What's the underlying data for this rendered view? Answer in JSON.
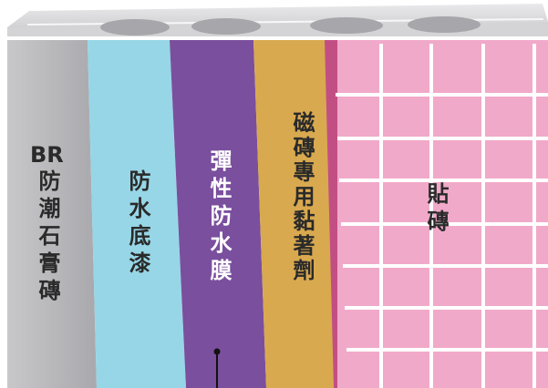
{
  "layers": [
    {
      "id": "gypsum",
      "label_prefix": "BR",
      "label": "防潮石膏磚",
      "color": "#b8b8bc",
      "text_color": "#2a2a2a"
    },
    {
      "id": "primer",
      "label": "防水底漆",
      "color": "#97d6e6",
      "text_color": "#2a2a2a"
    },
    {
      "id": "membrane",
      "label": "彈性防水膜",
      "color": "#7a4f9e",
      "text_color": "#ffffff"
    },
    {
      "id": "adhesive",
      "label": "磁磚專用黏著劑",
      "color": "#d9a94f",
      "text_color": "#2a2a2a"
    },
    {
      "id": "tile",
      "label": "貼磚",
      "color": "#f1a9c9",
      "grout_color": "#ffffff",
      "edge_color": "#c24f84",
      "text_color": "#2a2a2a"
    }
  ]
}
